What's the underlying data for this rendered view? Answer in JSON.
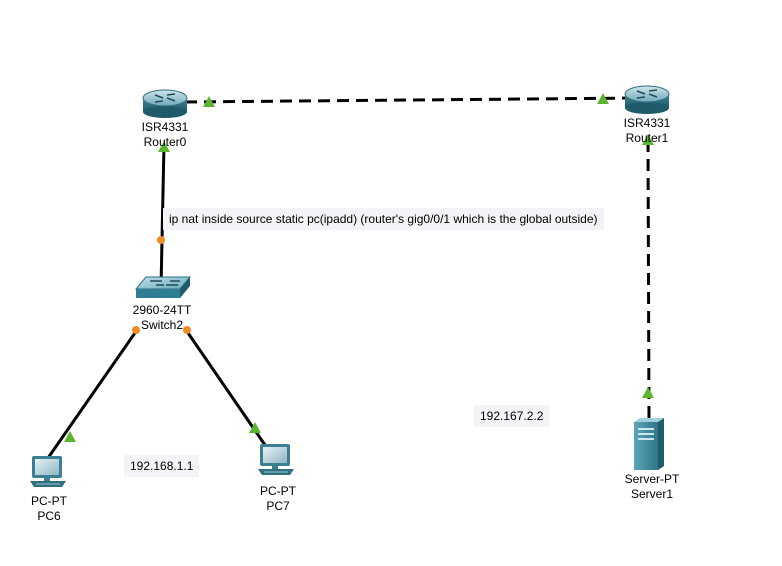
{
  "devices": {
    "router0": {
      "model": "ISR4331",
      "name": "Router0"
    },
    "router1": {
      "model": "ISR4331",
      "name": "Router1"
    },
    "switch2": {
      "model": "2960-24TT",
      "name": "Switch2"
    },
    "pc6": {
      "model": "PC-PT",
      "name": "PC6"
    },
    "pc7": {
      "model": "PC-PT",
      "name": "PC7"
    },
    "server1": {
      "model": "Server-PT",
      "name": "Server1"
    }
  },
  "notes": {
    "nat_command": "ip nat inside source static pc(ipadd) (router's gig0/0/1 which is the global outside)",
    "lan_ip": "192.168.1.1",
    "server_ip": "192.167.2.2"
  },
  "colors": {
    "link": "#000000",
    "link_up": "#5cb531",
    "link_down": "#f08a24",
    "router": "#2f6f80",
    "switch": "#2f7e93",
    "server": "#3a8ca0"
  },
  "icons": [
    "router-icon",
    "switch-icon",
    "pc-icon",
    "server-icon"
  ]
}
